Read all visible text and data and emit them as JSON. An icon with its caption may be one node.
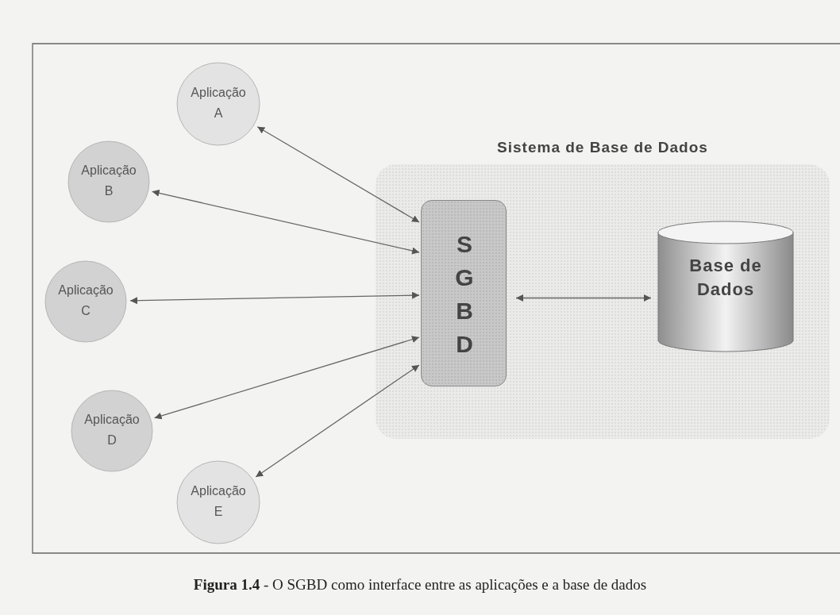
{
  "diagram": {
    "caption": "**Figura 1.4** - O SGBD como interface entre as aplicações e a base de dados",
    "nodes": [
      {
        "text": [
          "Sistema de Base de Dados"
        ]
      },
      {
        "text": [
          "S G B D"
        ],
        "in": 0
      },
      {
        "text": [
          "Base de Dados"
        ],
        "in": 0
      },
      {
        "text": [
          "Aplicação A"
        ]
      },
      {
        "text": [
          "Aplicação B"
        ]
      },
      {
        "text": [
          "Aplicação C"
        ]
      },
      {
        "text": [
          "Aplicação D"
        ]
      },
      {
        "text": [
          "Aplicação E"
        ]
      }
    ],
    "edges": [
      {
        "from": 3,
        "to": 1,
        "arrow": "both"
      },
      {
        "from": 4,
        "to": 1,
        "arrow": "both"
      },
      {
        "from": 5,
        "to": 1,
        "arrow": "both"
      },
      {
        "from": 6,
        "to": 1,
        "arrow": "both"
      },
      {
        "from": 7,
        "to": 1,
        "arrow": "both"
      },
      {
        "from": 1,
        "to": 2,
        "arrow": "both"
      }
    ]
  }
}
